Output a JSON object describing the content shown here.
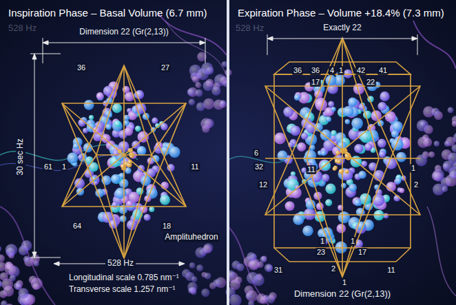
{
  "diagram": {
    "nodes": [
      {
        "text": [
          "Inspiration Phase – Basal Volume (6.7 mm)"
        ]
      },
      {
        "text": [
          "Expiration Phase – Volume +18.4% (7.3 mm)"
        ]
      }
    ],
    "labels": [
      "528 Hz",
      "Dimension 22 (Gr(2,13))",
      "36",
      "27",
      "30 sec Hz",
      "61",
      "1",
      "11",
      "64",
      "18",
      "Amplituhedron",
      "528 Hz",
      "Longitudinal scale 0.785 nm⁻¹",
      "Transverse scale 1.257 nm⁻¹",
      "528 Hz",
      "Exactly 22",
      "36",
      "36",
      "4",
      "1",
      "42",
      "41",
      "17",
      "22",
      "6",
      "32",
      "11",
      "1",
      "12",
      "2",
      "1",
      "23",
      "1",
      "17",
      "31",
      "11",
      "2",
      "1",
      "Dimension 22 (Gr(2,13))"
    ]
  }
}
